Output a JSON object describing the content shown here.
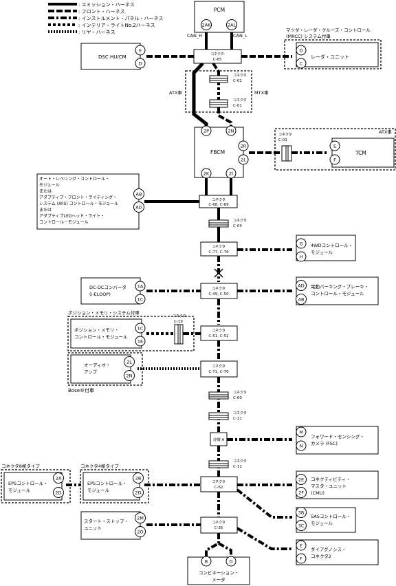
{
  "legend": [
    {
      "text": ": エミッション・ハーネス",
      "style": "solid"
    },
    {
      "text": ": フロント・ハーネス",
      "style": "dash"
    },
    {
      "text": ": インストルメント・パネル・ハーネス",
      "style": "dashdot"
    },
    {
      "text": ": インテリア・ライトNo.2ハーネス",
      "style": "dot"
    },
    {
      "text": ": リヤ・ハーネス",
      "style": "fine"
    }
  ],
  "modules": {
    "pcm": "PCM",
    "dsc": "DSC HU/CM",
    "radar_title": [
      "マツダ・レーダ・クルーズ・コントロール",
      "(MRCC) システム付車"
    ],
    "radar": "レーダ・ユニット",
    "fbcm": "FBCM",
    "tcm": "TCM",
    "auto_level": [
      "オート・レベリング・コントロール・",
      "モジュール",
      "または",
      "アダプティブ・フロント・ライティング・",
      "システム (AFS) コントロール・モジュール",
      "または",
      "アダプティブLEDヘッド・ライト・",
      "コントロール・モジュール"
    ],
    "awd": [
      "4WDコントロール・",
      "モジュール"
    ],
    "dcdc": [
      "DC-DCコンバータ",
      "(i-ELOOP)"
    ],
    "epb": [
      "電動パーキング・ブレーキ・",
      "コントロール・モジュール"
    ],
    "pos_title": "ポジション・メモリ・システム付車",
    "pos": [
      "ポジション・メモリ・",
      "コントロール・モジュール"
    ],
    "audio": [
      "オーディオ・",
      "アンプ"
    ],
    "bose": "Bose®付車",
    "fsc": [
      "フォワード・センシング・",
      "カメラ (FSC)"
    ],
    "eps8_title": "コネクタ8極タイプ",
    "eps4_title": "コネクタ4極タイプ",
    "eps": [
      "EPSコントロール・",
      "モジュール"
    ],
    "cmu": [
      "コネクティビティ・",
      "マスタ・ユニット",
      "(CMU)"
    ],
    "sas": [
      "SASコントロール・",
      "モジュール"
    ],
    "ss": [
      "スタート・ストップ・",
      "ユニット"
    ],
    "diag": [
      "ダイアグノシス・",
      "コネクタ2"
    ],
    "meter": [
      "コンビネーション・",
      "メータ"
    ]
  },
  "connectors": {
    "title": "コネクタ",
    "c65": "C-65",
    "c01": "C-01",
    "c68": "C-68, C-69",
    "c04": "C-04",
    "c77": "C-77, C-76",
    "c49": "C-49, C-50",
    "c19": "C-19",
    "c51": "C-51, C-52",
    "c71": "C-71, C-70",
    "c60": "C-60",
    "c11": "C-11",
    "junction": "分岐 A",
    "c62": "C-62",
    "c35": "C-35"
  },
  "labels": {
    "can_h": "CAN_H",
    "can_l": "CAN_L",
    "atx": "ATX車",
    "mtx": "MTX車"
  },
  "pins": {
    "pcm_l": "2AK",
    "pcm_r": "2AL",
    "dsc_e": "E",
    "dsc_d": "D",
    "radar_d": "D",
    "radar_c": "C",
    "fbcm_2p": "2P",
    "fbcm_2n": "2N",
    "fbcm_2r": "2R",
    "fbcm_2l": "2L",
    "fbcm_2k": "2K",
    "fbcm_2i": "2I",
    "tcm_e": "E",
    "tcm_f": "F",
    "al_ab": "AB",
    "al_ad": "AD",
    "awd_g": "G",
    "awd_h": "H",
    "dcdc_1a": "1A",
    "dcdc_1c": "1C",
    "epb_ad": "AD",
    "epb_ab": "AB",
    "pos_1c": "1C",
    "pos_1e": "1E",
    "aud_2l": "2L",
    "aud_2n": "2N",
    "fsc_m": "M",
    "fsc_n": "N",
    "eps8_2a": "2A",
    "eps8_2d": "2D",
    "eps4_2b": "2B",
    "eps4_2d": "2D",
    "cmu_2e": "2E",
    "cmu_2f": "2F",
    "sas_3b": "3B",
    "sas_3c": "3C",
    "ss_2m": "2M",
    "ss_2o": "2O",
    "diag_e": "E",
    "diag_f": "F",
    "meter_b": "B",
    "meter_d": "D"
  }
}
